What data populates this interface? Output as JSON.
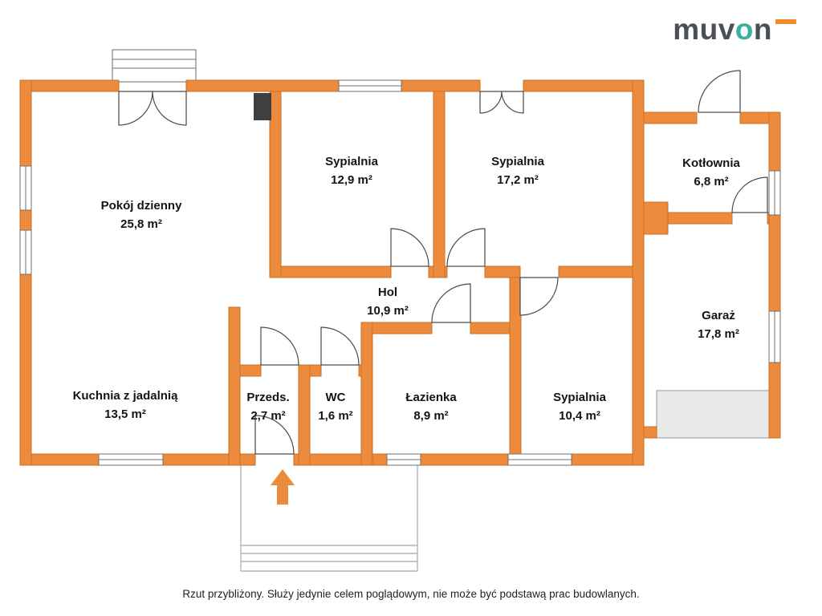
{
  "logo": {
    "part1": "muv",
    "part2": "o",
    "part3": "n"
  },
  "rooms": [
    {
      "name": "Pokój dzienny",
      "area": "25,8 m²"
    },
    {
      "name": "Sypialnia",
      "area": "12,9 m²"
    },
    {
      "name": "Sypialnia",
      "area": "17,2 m²"
    },
    {
      "name": "Kotłownia",
      "area": "6,8 m²"
    },
    {
      "name": "Garaż",
      "area": "17,8 m²"
    },
    {
      "name": "Hol",
      "area": "10,9 m²"
    },
    {
      "name": "Kuchnia z jadalnią",
      "area": "13,5 m²"
    },
    {
      "name": "Przeds.",
      "area": "2,7 m²"
    },
    {
      "name": "WC",
      "area": "1,6 m²"
    },
    {
      "name": "Łazienka",
      "area": "8,9 m²"
    },
    {
      "name": "Sypialnia",
      "area": "10,4 m²"
    }
  ],
  "footer": {
    "disclaimer": "Rzut przybliżony. Służy jedynie celem poglądowym, nie może być podstawą prac budowlanych."
  },
  "colors": {
    "wall": "#EC8B3D",
    "wall_edge": "#C97025",
    "logo_text": "#4A5056",
    "logo_accent_o": "#3BAFA0",
    "logo_dash": "#F28A2E"
  }
}
